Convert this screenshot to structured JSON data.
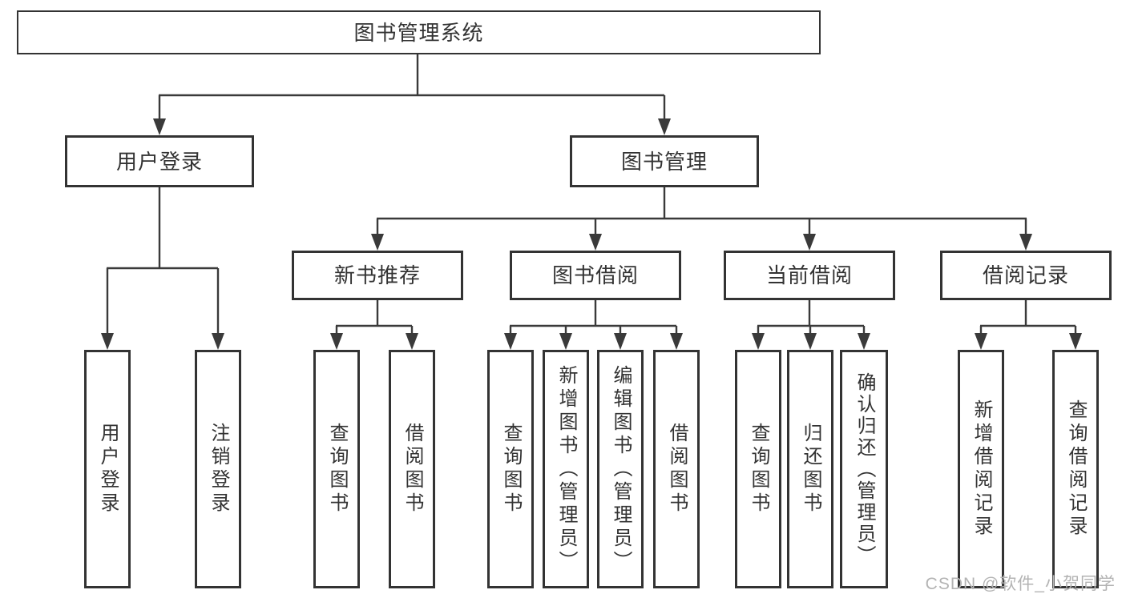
{
  "tree": {
    "label": "图书管理系统",
    "children": [
      {
        "label": "用户登录",
        "children": [
          {
            "label": "用户登录"
          },
          {
            "label": "注销登录"
          }
        ]
      },
      {
        "label": "图书管理",
        "children": [
          {
            "label": "新书推荐",
            "children": [
              {
                "label": "查询图书"
              },
              {
                "label": "借阅图书"
              }
            ]
          },
          {
            "label": "图书借阅",
            "children": [
              {
                "label": "查询图书"
              },
              {
                "label": "新增图书（管理员）"
              },
              {
                "label": "编辑图书（管理员）"
              },
              {
                "label": "借阅图书"
              }
            ]
          },
          {
            "label": "当前借阅",
            "children": [
              {
                "label": "查询图书"
              },
              {
                "label": "归还图书"
              },
              {
                "label": "确认归还（管理员）"
              }
            ]
          },
          {
            "label": "借阅记录",
            "children": [
              {
                "label": "新增借阅记录"
              },
              {
                "label": "查询借阅记录"
              }
            ]
          }
        ]
      }
    ]
  },
  "watermark": "CSDN @软件_小贺同学",
  "colors": {
    "line": "#3a3a3a",
    "border": "#333333",
    "text": "#333333",
    "watermark": "#b3b3b3",
    "background": "#ffffff"
  }
}
